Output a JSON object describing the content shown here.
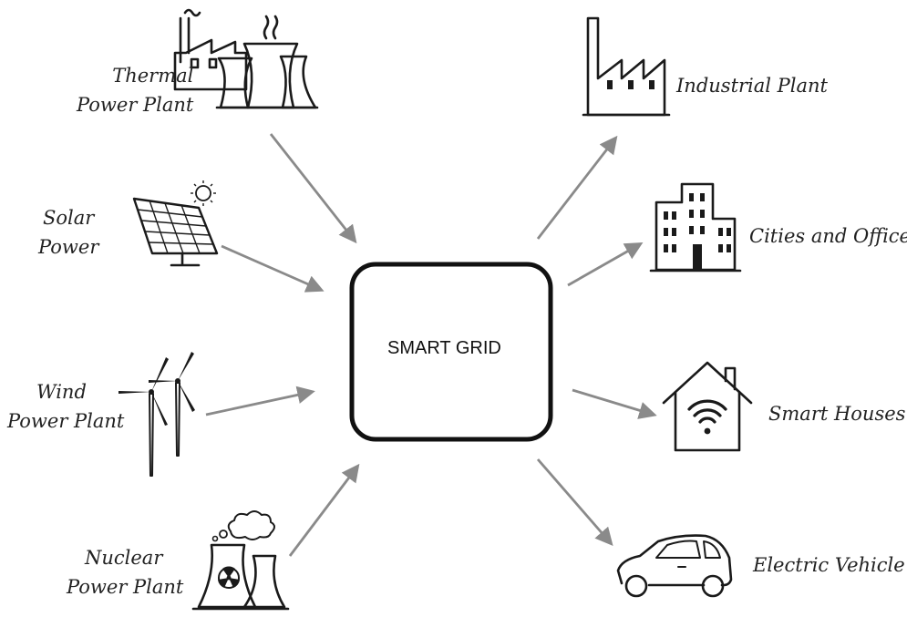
{
  "center": {
    "label": "SMART GRID"
  },
  "sources": [
    {
      "id": "thermal",
      "lines": [
        "Thermal",
        "Power Plant"
      ],
      "icon": "thermal-plant-icon"
    },
    {
      "id": "solar",
      "lines": [
        "Solar",
        "Power"
      ],
      "icon": "solar-panel-icon"
    },
    {
      "id": "wind",
      "lines": [
        "Wind",
        "Power Plant"
      ],
      "icon": "wind-turbine-icon"
    },
    {
      "id": "nuclear",
      "lines": [
        "Nuclear",
        "Power Plant"
      ],
      "icon": "nuclear-plant-icon"
    }
  ],
  "consumers": [
    {
      "id": "industrial",
      "label": "Industrial Plant",
      "icon": "factory-icon"
    },
    {
      "id": "cities",
      "label": "Cities and Offices",
      "icon": "office-building-icon"
    },
    {
      "id": "houses",
      "label": "Smart Houses",
      "icon": "smart-house-icon"
    },
    {
      "id": "vehicle",
      "label": "Electric Vehicle",
      "icon": "electric-car-icon"
    }
  ],
  "colors": {
    "arrow": "#8a8a8a",
    "ink": "#1a1a1a",
    "background": "#ffffff"
  }
}
